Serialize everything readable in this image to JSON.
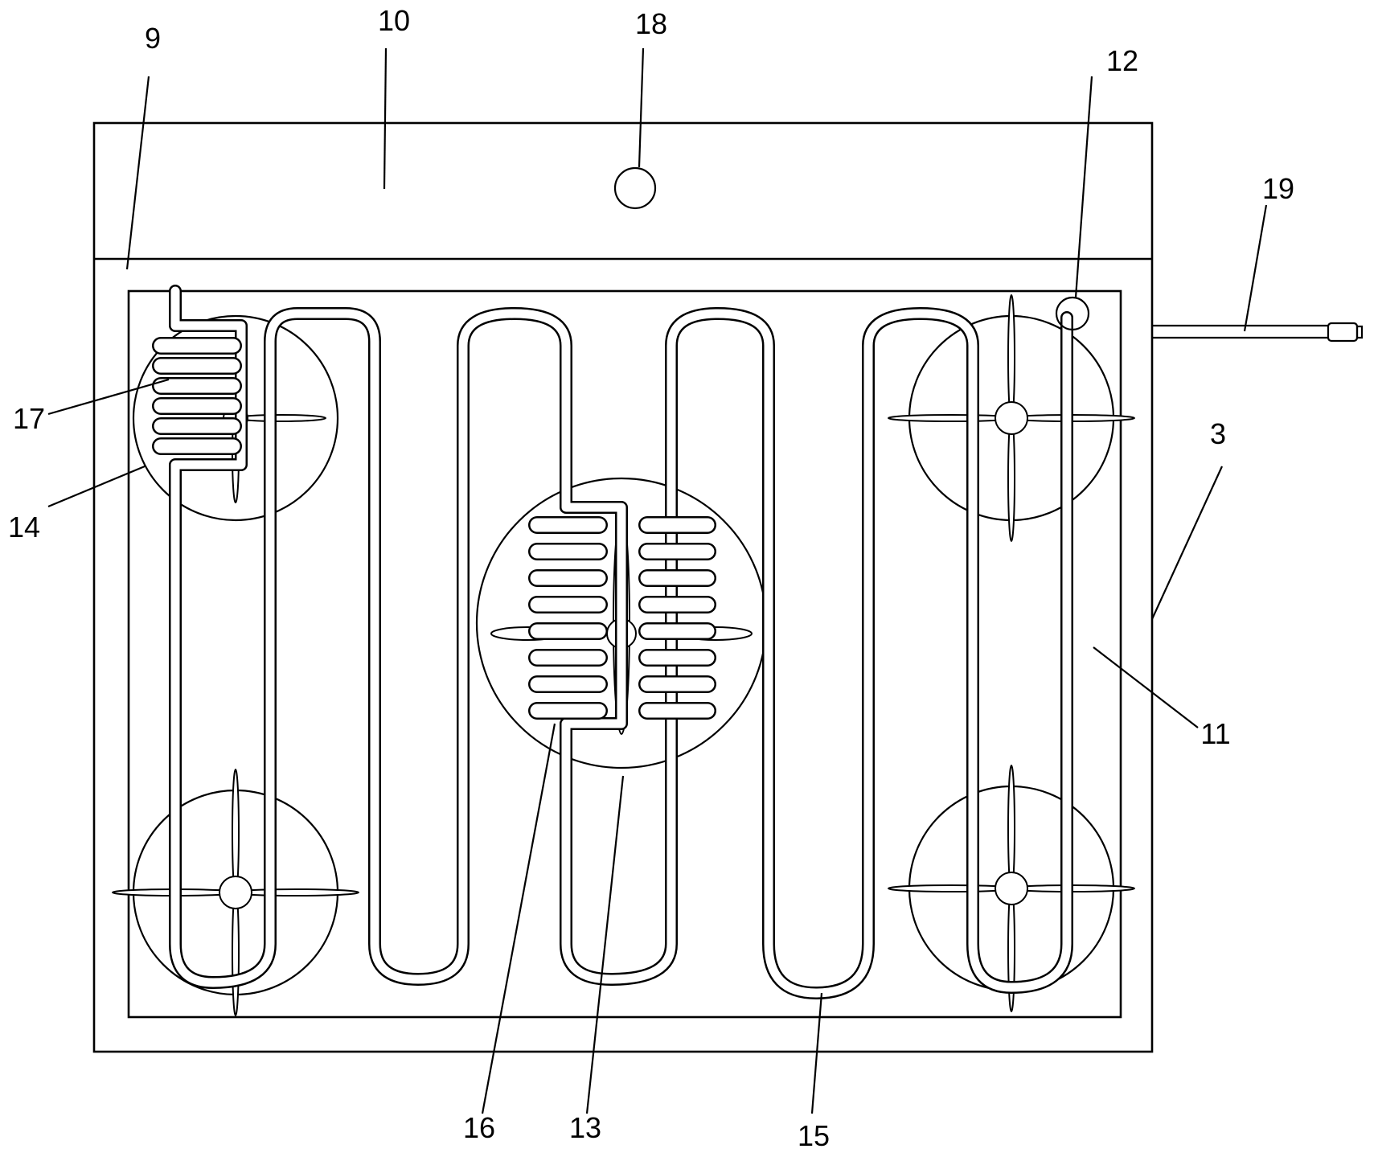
{
  "labels": {
    "l3": "3",
    "l9": "9",
    "l10": "10",
    "l11": "11",
    "l12": "12",
    "l13": "13",
    "l14": "14",
    "l15": "15",
    "l16": "16",
    "l17": "17",
    "l18": "18",
    "l19": "19"
  }
}
